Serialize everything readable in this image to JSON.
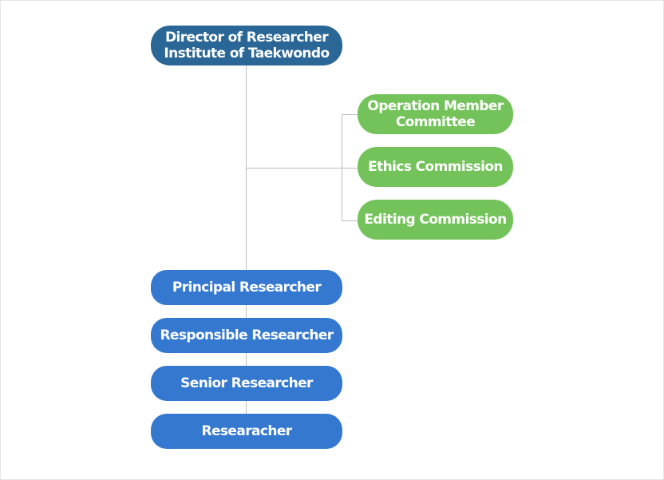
{
  "colors": {
    "director": "#2a6796",
    "committee": "#73c35a",
    "rank": "#3479cf",
    "connector": "#bdbdbd"
  },
  "director": {
    "line1": "Director of Researcher",
    "line2": "Institute of Taekwondo"
  },
  "committees": [
    {
      "line1": "Operation Member",
      "line2": "Committee"
    },
    {
      "line1": "Ethics Commission"
    },
    {
      "line1": "Editing Commission"
    }
  ],
  "ranks": [
    {
      "label": "Principal Researcher"
    },
    {
      "label": "Responsible Researcher"
    },
    {
      "label": "Senior Researcher"
    },
    {
      "label": "Researacher"
    }
  ]
}
